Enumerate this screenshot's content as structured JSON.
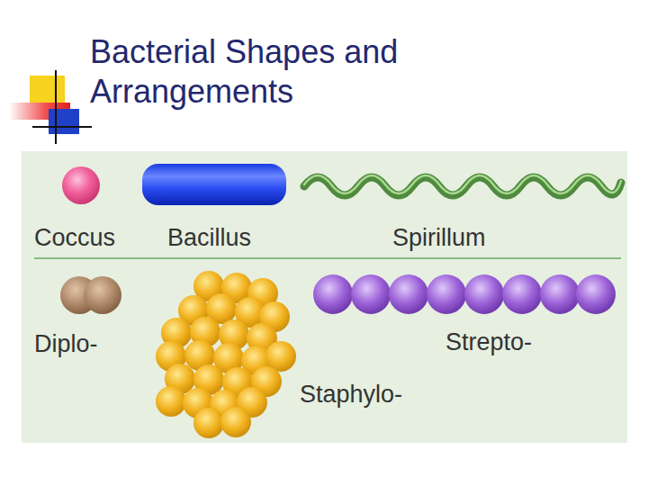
{
  "diagram": {
    "title": "Bacterial Shapes and Arrangements",
    "labels": [
      "Coccus",
      "Bacillus",
      "Spirillum",
      "Diplo-",
      "Strepto-",
      "Staphylo-"
    ]
  }
}
